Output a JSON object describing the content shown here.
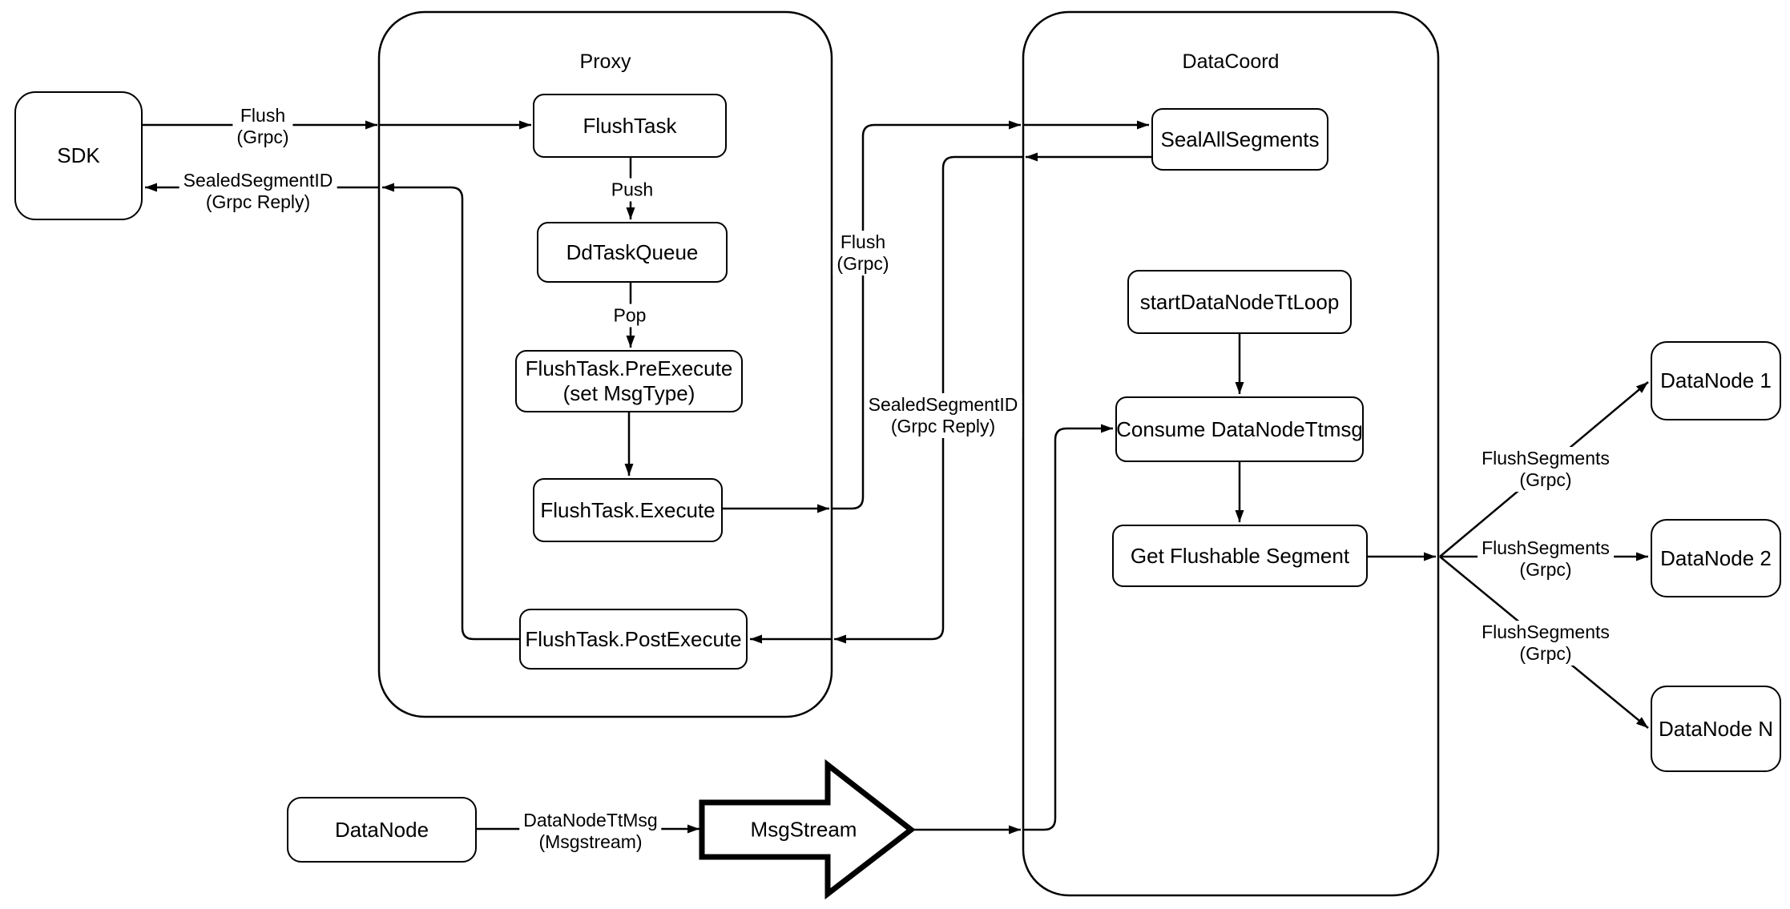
{
  "colors": {
    "stroke": "#000000",
    "background": "#ffffff",
    "text": "#000000"
  },
  "containers": {
    "proxy": {
      "label": "Proxy"
    },
    "datacoord": {
      "label": "DataCoord"
    }
  },
  "nodes": {
    "sdk": {
      "label": "SDK"
    },
    "flush_task": {
      "label": "FlushTask"
    },
    "dd_task_queue": {
      "label": "DdTaskQueue"
    },
    "pre_execute": {
      "line1": "FlushTask.PreExecute",
      "line2": "(set MsgType)"
    },
    "execute": {
      "label": "FlushTask.Execute"
    },
    "post_execute": {
      "label": "FlushTask.PostExecute"
    },
    "seal_all_segments": {
      "label": "SealAllSegments"
    },
    "start_data_node_tt_loop": {
      "label": "startDataNodeTtLoop"
    },
    "consume_data_node_ttmsg": {
      "label": "Consume DataNodeTtmsg"
    },
    "get_flushable_segment": {
      "label": "Get Flushable Segment"
    },
    "datanode_1": {
      "label": "DataNode 1"
    },
    "datanode_2": {
      "label": "DataNode 2"
    },
    "datanode_n": {
      "label": "DataNode N"
    },
    "datanode": {
      "label": "DataNode"
    },
    "msgstream": {
      "label": "MsgStream"
    }
  },
  "edge_labels": {
    "flush_sdk": {
      "line1": "Flush",
      "line2": "(Grpc)"
    },
    "sealed_sdk": {
      "line1": "SealedSegmentID",
      "line2": "(Grpc Reply)"
    },
    "push": {
      "label": "Push"
    },
    "pop": {
      "label": "Pop"
    },
    "flush_mid": {
      "line1": "Flush",
      "line2": "(Grpc)"
    },
    "sealed_mid": {
      "line1": "SealedSegmentID",
      "line2": "(Grpc Reply)"
    },
    "flush_segments_1": {
      "line1": "FlushSegments",
      "line2": "(Grpc)"
    },
    "flush_segments_2": {
      "line1": "FlushSegments",
      "line2": "(Grpc)"
    },
    "flush_segments_3": {
      "line1": "FlushSegments",
      "line2": "(Grpc)"
    },
    "datanode_ttmsg": {
      "line1": "DataNodeTtMsg",
      "line2": "(Msgstream)"
    }
  }
}
